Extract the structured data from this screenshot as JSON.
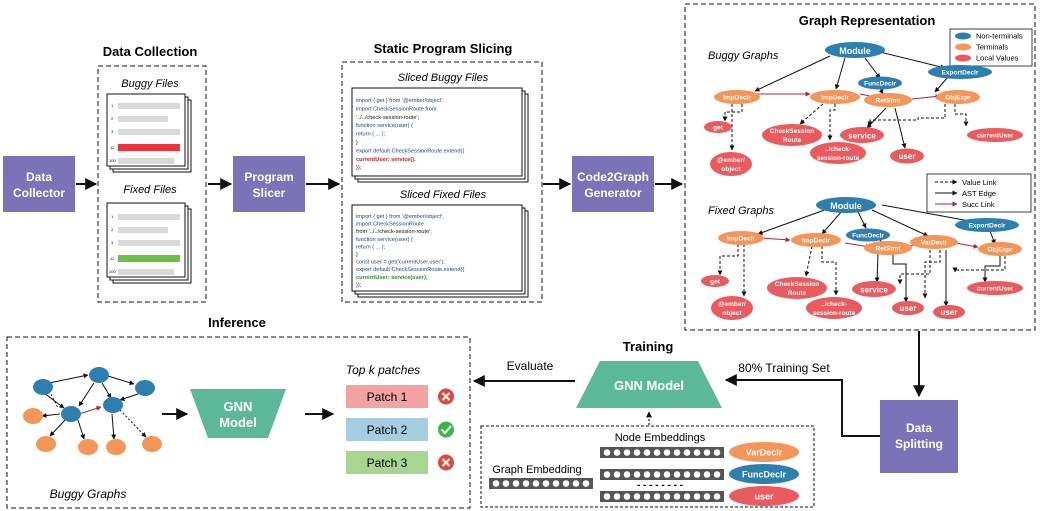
{
  "sections": {
    "data_collection": "Data Collection",
    "static_slicing": "Static Program Slicing",
    "graph_representation": "Graph Representation",
    "inference": "Inference",
    "training": "Training"
  },
  "boxes": {
    "data_collector": [
      "Data",
      "Collector"
    ],
    "program_slicer": [
      "Program",
      "Slicer"
    ],
    "code2graph": [
      "Code2Graph",
      "Generator"
    ],
    "data_splitting": [
      "Data",
      "Splitting"
    ],
    "gnn_model_train": "GNN Model",
    "gnn_model_infer": [
      "GNN",
      "Model"
    ]
  },
  "files": {
    "buggy_title": "Buggy Files",
    "fixed_title": "Fixed Files",
    "line_numbers": [
      "1",
      "2",
      "3",
      "12",
      "100"
    ],
    "bug_color": "#e8343a",
    "fix_color": "#6cc04a"
  },
  "sliced": {
    "buggy_title": "Sliced Buggy Files",
    "fixed_title": "Sliced Fixed Files",
    "buggy_code": [
      "import { get } from '@ember/object';",
      "import CheckSessionRoute from",
      "'../../check-session-route';",
      "function service(user) {",
      "    return { ... };",
      "}",
      "export default CheckSessionRoute.extend({",
      "  currentUser: service(),",
      "});"
    ],
    "fixed_code": [
      "import { get } from '@ember/object';",
      "import CheckSessionRoute",
      "from '../../check-session-route';",
      "function service(user) {",
      "    return { ... };",
      "}",
      "const user = get('currentUser.user');",
      "export default CheckSessionRoute.extend({",
      "  currentUser: service(user),",
      "});"
    ]
  },
  "graphs": {
    "buggy_title": "Buggy Graphs",
    "fixed_title": "Fixed Graphs",
    "legend_nodes": [
      "Non-terminals",
      "Terminals",
      "Local Values"
    ],
    "legend_edges": [
      "Value Link",
      "AST Edge",
      "Succ Link"
    ],
    "colors": {
      "nonterminal": "#2d7fb0",
      "terminal": "#f4955a",
      "local": "#e95b5f",
      "succ": "#b3233a"
    },
    "buggy_nodes": {
      "module": "Module",
      "funcdecl": "FuncDeclr",
      "exportdecl": "ExportDeclr",
      "imp1": "ImpDeclr",
      "imp2": "ImpDeclr",
      "ret": "RetStmt",
      "obj": "ObjExpr",
      "get": "get",
      "ember": [
        "@ember/",
        "object"
      ],
      "csr": [
        "CheckSession",
        "Route"
      ],
      "checksess": [
        "../check-",
        "session-route"
      ],
      "service": "service",
      "user": "user",
      "currentuser": "currentUser"
    },
    "fixed_nodes": {
      "module": "Module",
      "funcdecl": "FuncDeclr",
      "exportdecl": "ExportDeclr",
      "imp1": "ImpDeclr",
      "imp2": "ImpDeclr",
      "ret": "RetStmt",
      "var": "VarDeclr",
      "obj": "ObjExpr",
      "get": "get",
      "ember": [
        "@ember/",
        "object"
      ],
      "csr": [
        "CheckSession",
        "Route"
      ],
      "checksess": [
        "../check-",
        "session-route"
      ],
      "service": "service",
      "user1": "user",
      "user2": "user",
      "currentuser": "currentUser"
    }
  },
  "training_panel": {
    "evaluate": "Evaluate",
    "training_set": "80% Training Set",
    "node_embeddings": "Node Embeddings",
    "graph_embedding": "Graph Embedding",
    "emb_nodes": [
      "VarDeclr",
      "FuncDeclr",
      "user"
    ]
  },
  "inference_panel": {
    "top_k": "Top k patches",
    "patches": [
      {
        "label": "Patch 1",
        "color": "#f4a3a3",
        "status": "wrong"
      },
      {
        "label": "Patch 2",
        "color": "#a7cde3",
        "status": "correct"
      },
      {
        "label": "Patch 3",
        "color": "#a8d58f",
        "status": "wrong"
      }
    ],
    "buggy_graphs": "Buggy Graphs"
  },
  "colors": {
    "process_box": "#7b72b8",
    "gnn": "#5bb99a",
    "check": "#3cb54a",
    "cross": "#e0473f"
  }
}
